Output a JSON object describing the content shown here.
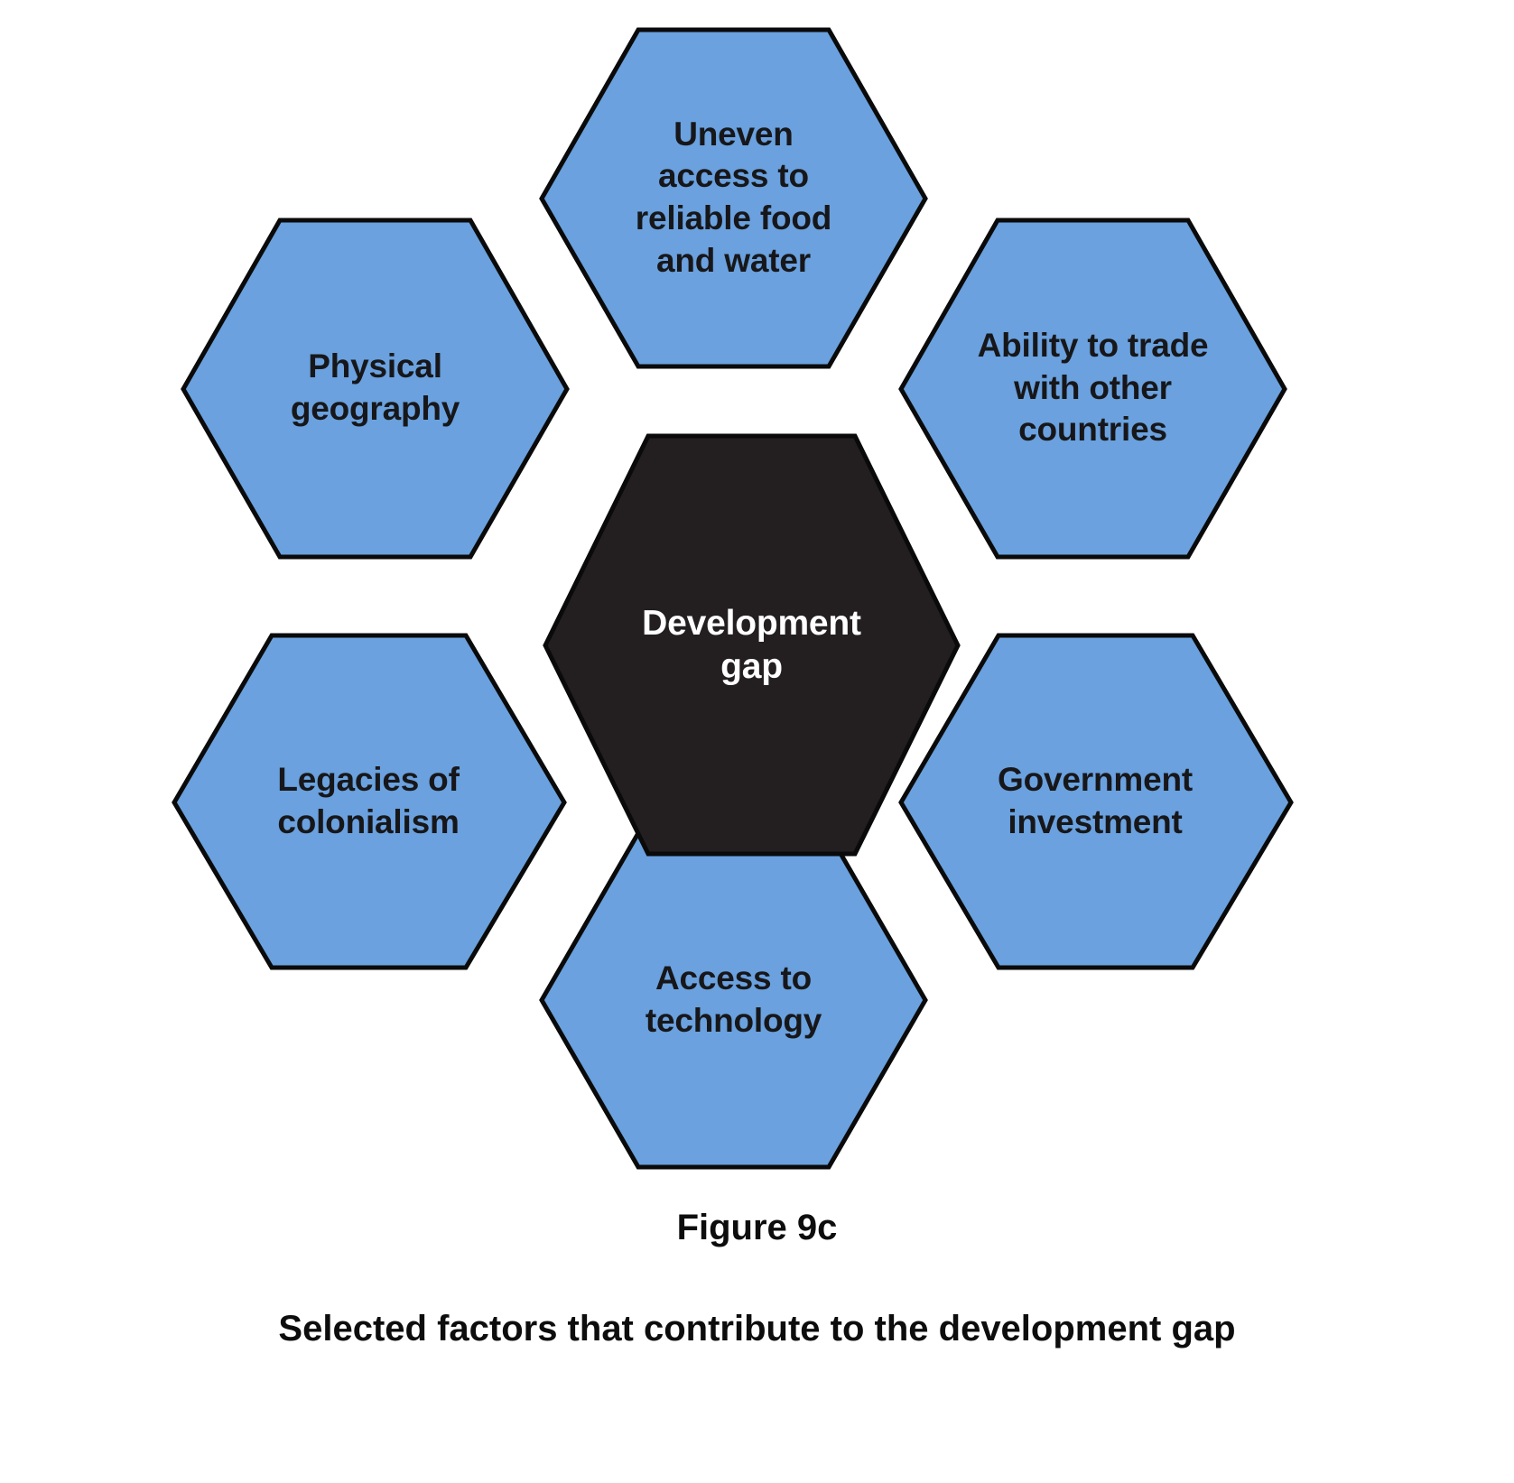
{
  "figure": {
    "number_label": "Figure 9c",
    "caption": "Selected factors that contribute to the development gap"
  },
  "colors": {
    "spoke_fill": "#6aa1de",
    "center_fill": "#231f20",
    "stroke": "#0a0a0a",
    "spoke_text": "#17171a",
    "center_text": "#ffffff",
    "background": "#ffffff"
  },
  "diagram": {
    "type": "hexagon-cluster",
    "layout": "honeycomb: one central hexagon surrounded by six spoke hexagons",
    "center": {
      "id": "development-gap",
      "label": "Development gap",
      "lines": [
        "Development",
        "gap"
      ],
      "position": "center"
    },
    "spokes": [
      {
        "id": "uneven-access-food-water",
        "label": "Uneven access to reliable food and water",
        "lines": [
          "Uneven",
          "access to",
          "reliable food",
          "and water"
        ],
        "position": "top"
      },
      {
        "id": "physical-geography",
        "label": "Physical geography",
        "lines": [
          "Physical",
          "geography"
        ],
        "position": "top-left"
      },
      {
        "id": "ability-to-trade",
        "label": "Ability to trade with other countries",
        "lines": [
          "Ability to trade",
          "with other",
          "countries"
        ],
        "position": "top-right"
      },
      {
        "id": "legacies-of-colonialism",
        "label": "Legacies of colonialism",
        "lines": [
          "Legacies of",
          "colonialism"
        ],
        "position": "bottom-left"
      },
      {
        "id": "government-investment",
        "label": "Government investment",
        "lines": [
          "Government",
          "investment"
        ],
        "position": "bottom-right"
      },
      {
        "id": "access-to-technology",
        "label": "Access to technology",
        "lines": [
          "Access to",
          "technology"
        ],
        "position": "bottom"
      }
    ]
  }
}
